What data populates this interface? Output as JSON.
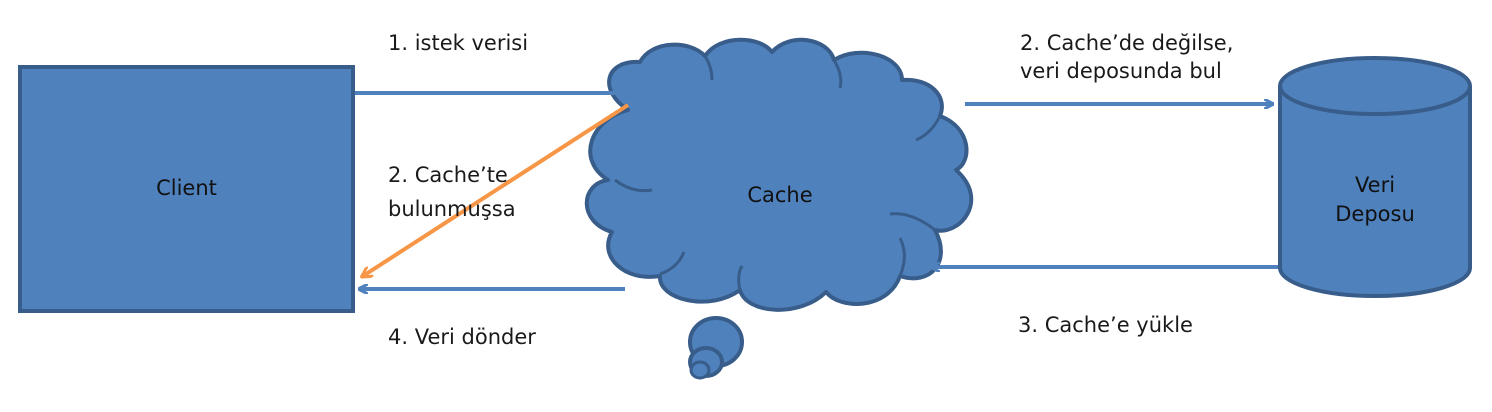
{
  "nodes": {
    "client": "Client",
    "cache": "Cache",
    "store_line1": "Veri",
    "store_line2": "Deposu"
  },
  "edges": {
    "request": "1. istek verisi",
    "found_line1": "2. Cache’te",
    "found_line2": "bulunmuşsa",
    "not_found_line1": "2. Cache’de değilse,",
    "not_found_line2": "veri deposunda bul",
    "load": "3. Cache’e yükle",
    "return": "4. Veri dönder"
  },
  "colors": {
    "shape_fill": "#4f81bd",
    "shape_stroke": "#385d8a",
    "arrow_blue": "#4f81bd",
    "arrow_orange": "#f79646"
  }
}
